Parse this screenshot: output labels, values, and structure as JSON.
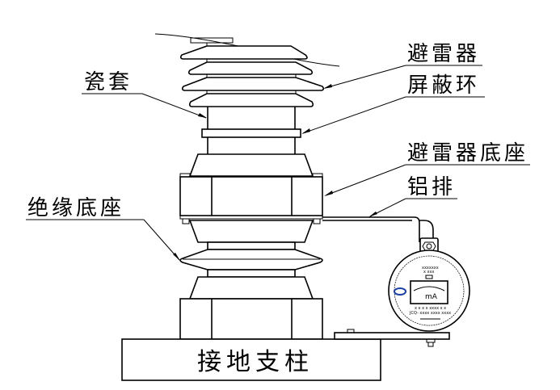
{
  "diagram": {
    "title": "避雷器在线监测装置安装示意图",
    "labels": {
      "arrester": "避雷器",
      "shield_ring": "屏蔽环",
      "porcelain_sleeve": "瓷套",
      "arrester_base": "避雷器底座",
      "aluminum_bar": "铝排",
      "insulating_base": "绝缘底座",
      "grounding_post": "接地支柱"
    },
    "monitor": {
      "unit": "mA",
      "brand_icon": "logo-badge",
      "small_text_lines": [
        "xxxxxxx xxx",
        "x x xxxx xxxx x",
        "JCQ-xxxx xxxxx xxx"
      ]
    },
    "colors": {
      "line": "#000000",
      "background": "#ffffff",
      "logo": "#1a3fa0"
    }
  }
}
